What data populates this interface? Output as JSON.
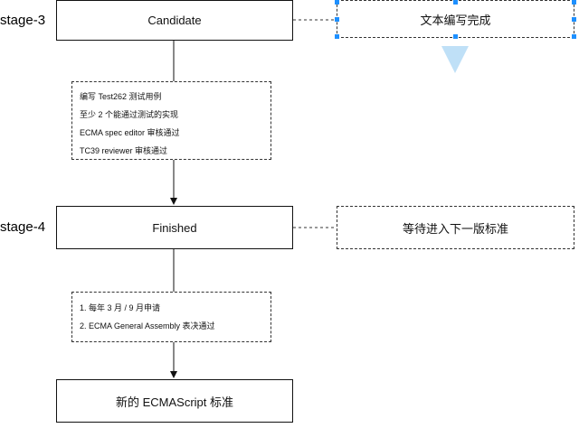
{
  "stages": {
    "stage3": "stage-3",
    "stage4": "stage-4"
  },
  "nodes": {
    "candidate": "Candidate",
    "finished": "Finished",
    "result": "新的 ECMAScript 标准"
  },
  "side_notes": {
    "candidate_note": "文本编写完成",
    "finished_note": "等待进入下一版标准"
  },
  "requirements_stage4": [
    "编写 Test262 测试用例",
    "至少 2 个能通过测试的实现",
    "ECMA spec editor 审核通过",
    "TC39 reviewer 审核通过"
  ],
  "requirements_finish": [
    "1. 每年 3 月 / 9 月申请",
    "2. ECMA General Assembly 表决通过"
  ],
  "colors": {
    "selection": "#1e90ff",
    "arrow": "#111111"
  }
}
